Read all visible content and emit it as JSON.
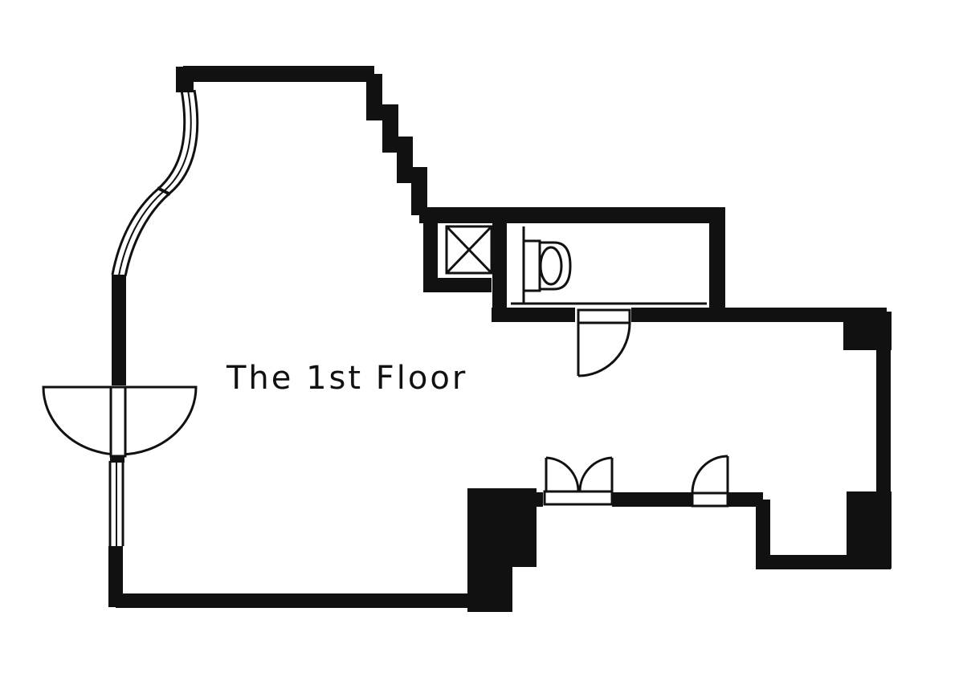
{
  "plan": {
    "floor_label": "The 1st Floor",
    "colors": {
      "wall": "#111111",
      "background": "#ffffff"
    },
    "features": {
      "curved_window": "window",
      "main_entrance": "swing-door",
      "storage_closet": "x-marked-box",
      "toilet": "toilet",
      "washroom_door": "swing-door",
      "double_doors": "double-swing-door",
      "single_door": "swing-door"
    }
  }
}
